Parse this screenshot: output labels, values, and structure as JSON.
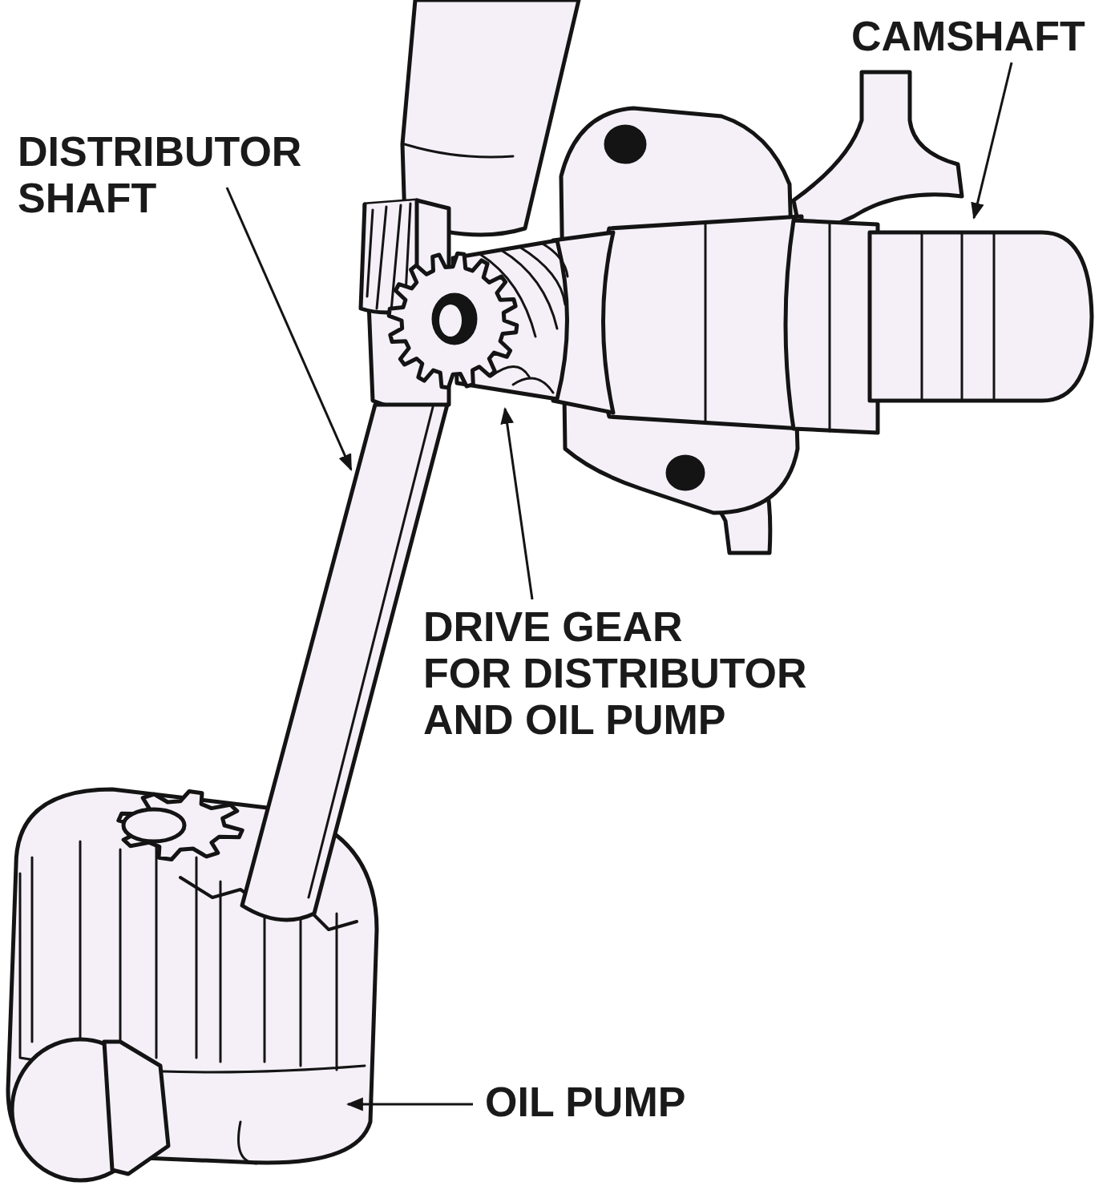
{
  "diagram": {
    "labels": [
      "CAMSHAFT",
      "DISTRIBUTOR SHAFT",
      "DRIVE GEAR FOR DISTRIBUTOR AND OIL PUMP",
      "OIL PUMP"
    ]
  }
}
